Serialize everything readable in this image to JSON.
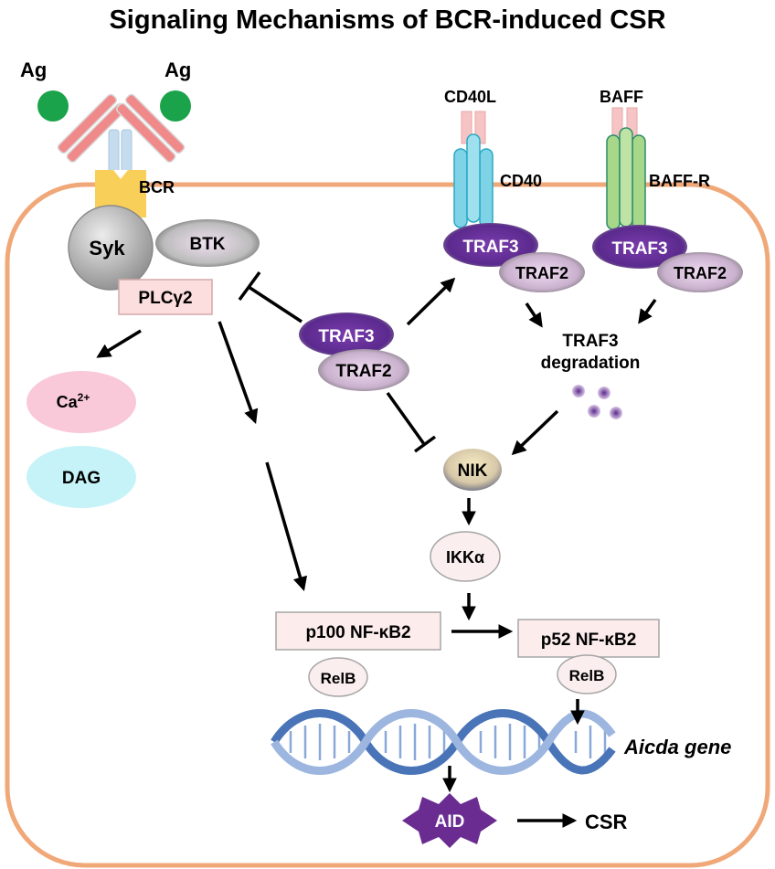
{
  "title": "Signaling Mechanisms of BCR-induced CSR",
  "labels": {
    "ag_left": "Ag",
    "ag_right": "Ag",
    "bcr": "BCR",
    "syk": "Syk",
    "btk": "BTK",
    "plcg2": "PLCγ2",
    "ca_base": "Ca",
    "ca_sup": "2+",
    "dag": "DAG",
    "cd40l": "CD40L",
    "cd40": "CD40",
    "baff": "BAFF",
    "baffr": "BAFF-R",
    "traf3_cd40": "TRAF3",
    "traf2_cd40": "TRAF2",
    "traf3_baff": "TRAF3",
    "traf2_baff": "TRAF2",
    "traf3_center": "TRAF3",
    "traf2_center": "TRAF2",
    "traf3_deg_line1": "TRAF3",
    "traf3_deg_line2": "degradation",
    "nik": "NIK",
    "ikka": "IKKα",
    "p100": "p100 NF-κB2",
    "p52": "p52 NF-κB2",
    "relb_left": "RelB",
    "relb_right": "RelB",
    "gene": "Aicda gene",
    "aid": "AID",
    "csr": "CSR"
  },
  "colors": {
    "cell_border": "#f0a878",
    "traf3": "#5b2a8e",
    "aid": "#6a2c91",
    "syk": "#b0b0b0",
    "plc_box": "#fcdede",
    "ca": "#f9c9d9",
    "dag": "#c6f3f8",
    "ag_head": "#1aa34a",
    "ab_arm": "#f08a8a",
    "bcr_stalk": "#f8cf58",
    "cd40": "#7fd3e6",
    "baffr": "#a7d88a",
    "dna": "#4a74b8"
  }
}
